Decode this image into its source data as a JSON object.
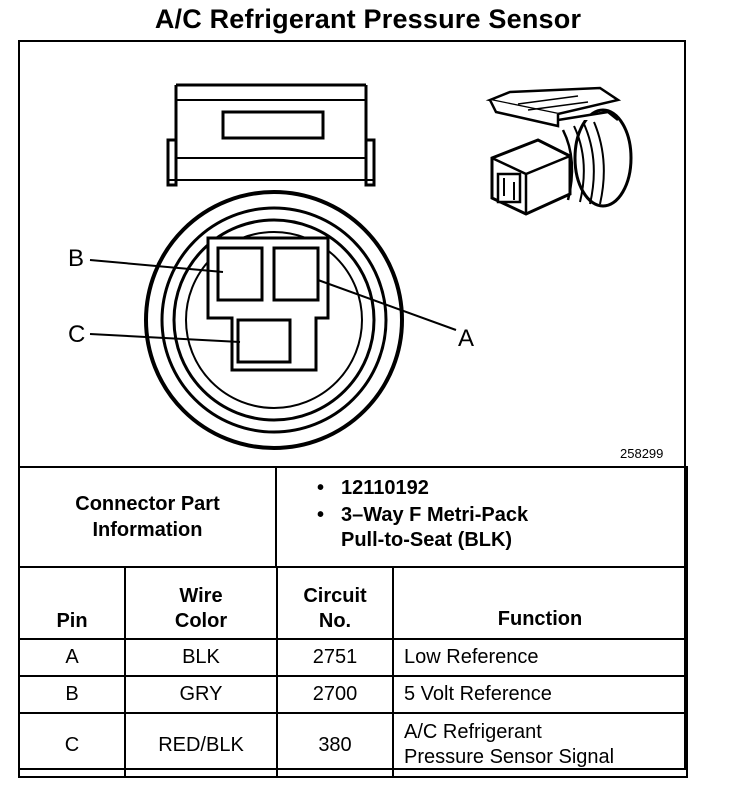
{
  "title": "A/C Refrigerant Pressure Sensor",
  "diagram": {
    "figure_number": "258299",
    "callouts": [
      "A",
      "B",
      "C"
    ]
  },
  "connector_info": {
    "label_line1": "Connector Part",
    "label_line2": "Information",
    "values": [
      {
        "line1": "12110192",
        "line2": ""
      },
      {
        "line1": "3–Way F Metri-Pack",
        "line2": "Pull-to-Seat (BLK)"
      }
    ]
  },
  "pin_table": {
    "headers": {
      "pin": "Pin",
      "wire_color_line1": "Wire",
      "wire_color_line2": "Color",
      "circuit_line1": "Circuit",
      "circuit_line2": "No.",
      "function": "Function"
    },
    "rows": [
      {
        "pin": "A",
        "wire": "BLK",
        "circuit": "2751",
        "function_line1": "Low Reference",
        "function_line2": ""
      },
      {
        "pin": "B",
        "wire": "GRY",
        "circuit": "2700",
        "function_line1": "5 Volt Reference",
        "function_line2": ""
      },
      {
        "pin": "C",
        "wire": "RED/BLK",
        "circuit": "380",
        "function_line1": "A/C Refrigerant",
        "function_line2": "Pressure Sensor Signal"
      }
    ]
  }
}
